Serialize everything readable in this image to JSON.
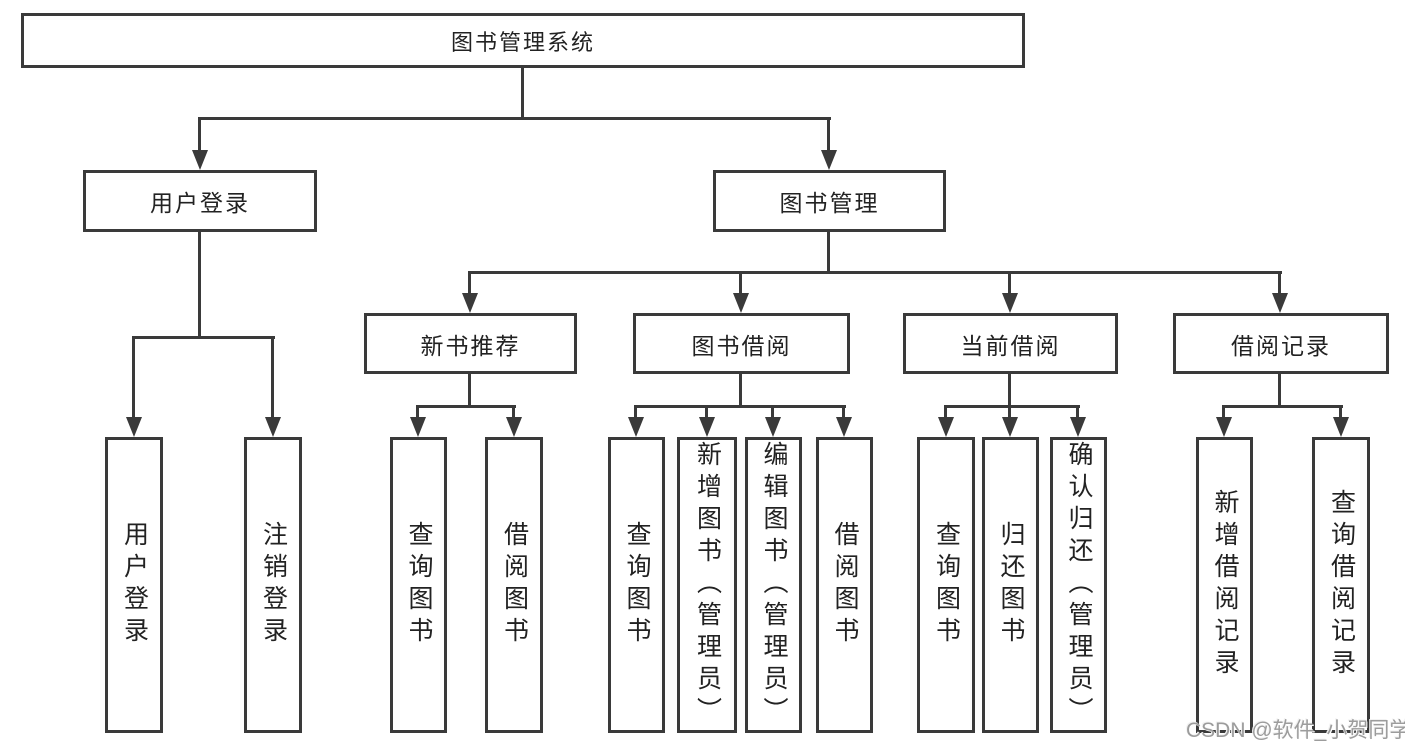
{
  "tree": {
    "label": "图书管理系统",
    "children": [
      {
        "label": "用户登录",
        "children": [
          {
            "label": "用户登录"
          },
          {
            "label": "注销登录"
          }
        ]
      },
      {
        "label": "图书管理",
        "children": [
          {
            "label": "新书推荐",
            "children": [
              {
                "label": "查询图书"
              },
              {
                "label": "借阅图书"
              }
            ]
          },
          {
            "label": "图书借阅",
            "children": [
              {
                "label": "查询图书"
              },
              {
                "label": "新增图书（管理员）"
              },
              {
                "label": "编辑图书（管理员）"
              },
              {
                "label": "借阅图书"
              }
            ]
          },
          {
            "label": "当前借阅",
            "children": [
              {
                "label": "查询图书"
              },
              {
                "label": "归还图书"
              },
              {
                "label": "确认归还（管理员）"
              }
            ]
          },
          {
            "label": "借阅记录",
            "children": [
              {
                "label": "新增借阅记录"
              },
              {
                "label": "查询借阅记录"
              }
            ]
          }
        ]
      }
    ]
  },
  "watermark": {
    "text": "CSDN @软件_小贺同学"
  },
  "colors": {
    "line": "#3a3a3a",
    "text": "#222222",
    "background": "#ffffff",
    "watermark": "#9c9c9c"
  }
}
